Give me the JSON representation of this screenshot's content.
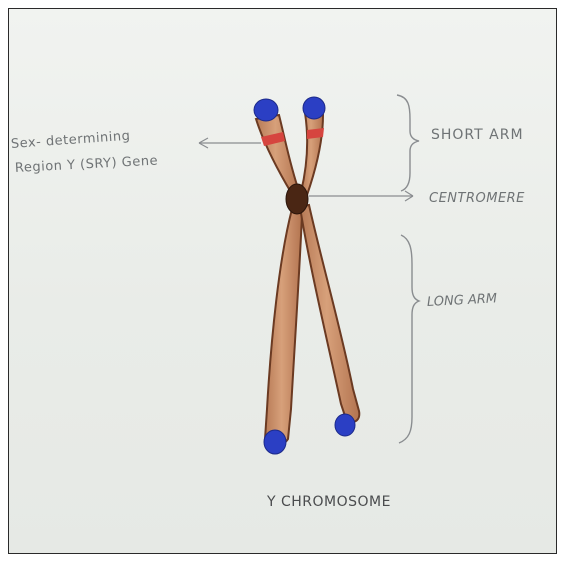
{
  "diagram": {
    "labels": {
      "sry_line1": "Sex- determining",
      "sry_line2": "Region Y (SRY) Gene",
      "short_arm": "SHORT ARM",
      "centromere": "CENTROMERE",
      "long_arm": "LONG ARM",
      "caption": "Y CHROMOSOME"
    },
    "colors": {
      "paper": "#eef1ec",
      "chromatid_fill": "#c8916a",
      "chromatid_outline": "#6b3a22",
      "telomere_blue": "#2b3fc4",
      "sry_band_red": "#d6453f",
      "centromere_dark": "#4a2614",
      "pencil_gray": "#8a8d90"
    }
  }
}
